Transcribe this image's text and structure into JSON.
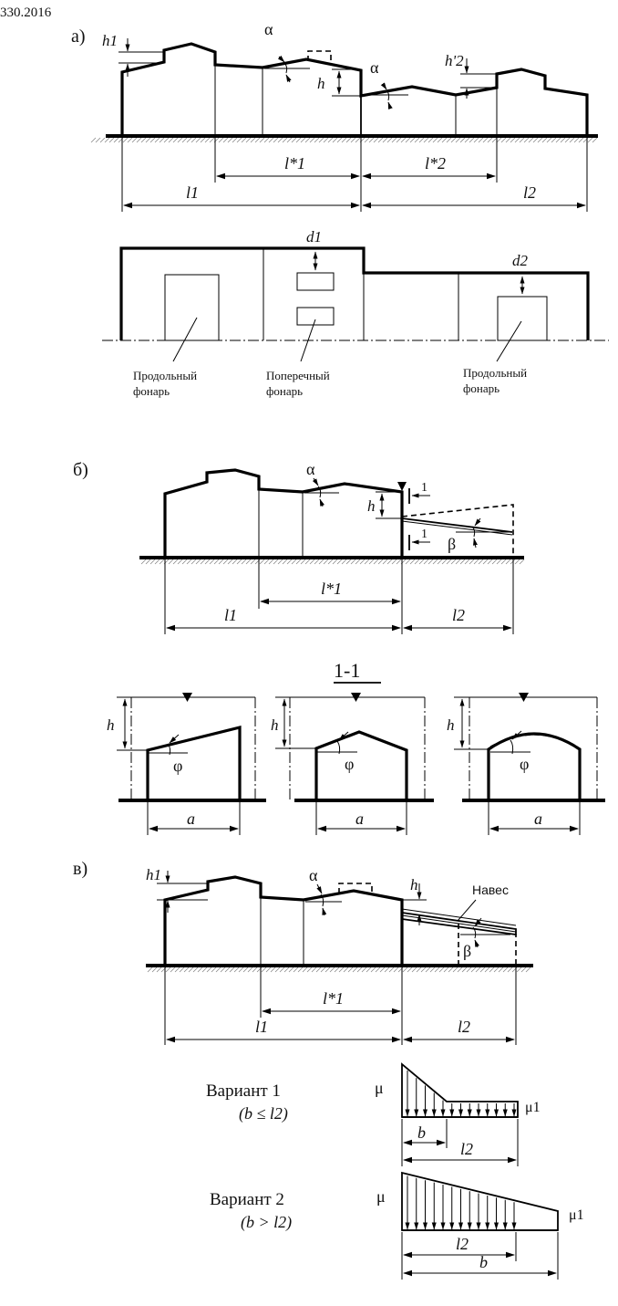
{
  "header_code": "330.2016",
  "parts": {
    "a": {
      "label": "а)",
      "section": {
        "h1": "h1",
        "h": "h",
        "h2": "h'2",
        "alpha1": "α",
        "alpha2": "α",
        "l1_star": "l*1",
        "l2_star": "l*2",
        "l1": "l1",
        "l2": "l2"
      },
      "plan": {
        "d1": "d1",
        "d2": "d2",
        "lantern_left": [
          "Продольный",
          "фонарь"
        ],
        "lantern_middle": [
          "Поперечный",
          "фонарь"
        ],
        "lantern_right": [
          "Продольный",
          "фонарь"
        ]
      }
    },
    "b": {
      "label": "б)",
      "section": {
        "alpha": "α",
        "h": "h",
        "beta": "β",
        "cut": "1",
        "l1_star": "l*1",
        "l1": "l1",
        "l2": "l2"
      },
      "section_title": "1-1",
      "cross_sections": [
        {
          "h": "h",
          "phi": "φ",
          "a": "a"
        },
        {
          "h": "h",
          "phi": "φ",
          "a": "a"
        },
        {
          "h": "h",
          "phi": "φ",
          "a": "a"
        }
      ]
    },
    "c": {
      "label": "в)",
      "section": {
        "h1": "h1",
        "alpha": "α",
        "h": "h",
        "canopy": "Навес",
        "beta": "β",
        "l1_star": "l*1",
        "l1": "l1",
        "l2": "l2"
      },
      "variant1": {
        "title": "Вариант 1",
        "condition": "(b ≤ l2)",
        "mu": "μ",
        "mu1": "μ1",
        "b": "b",
        "l2": "l2"
      },
      "variant2": {
        "title": "Вариант 2",
        "condition": "(b > l2)",
        "mu": "μ",
        "mu1": "μ1",
        "b": "b",
        "l2": "l2"
      }
    }
  }
}
